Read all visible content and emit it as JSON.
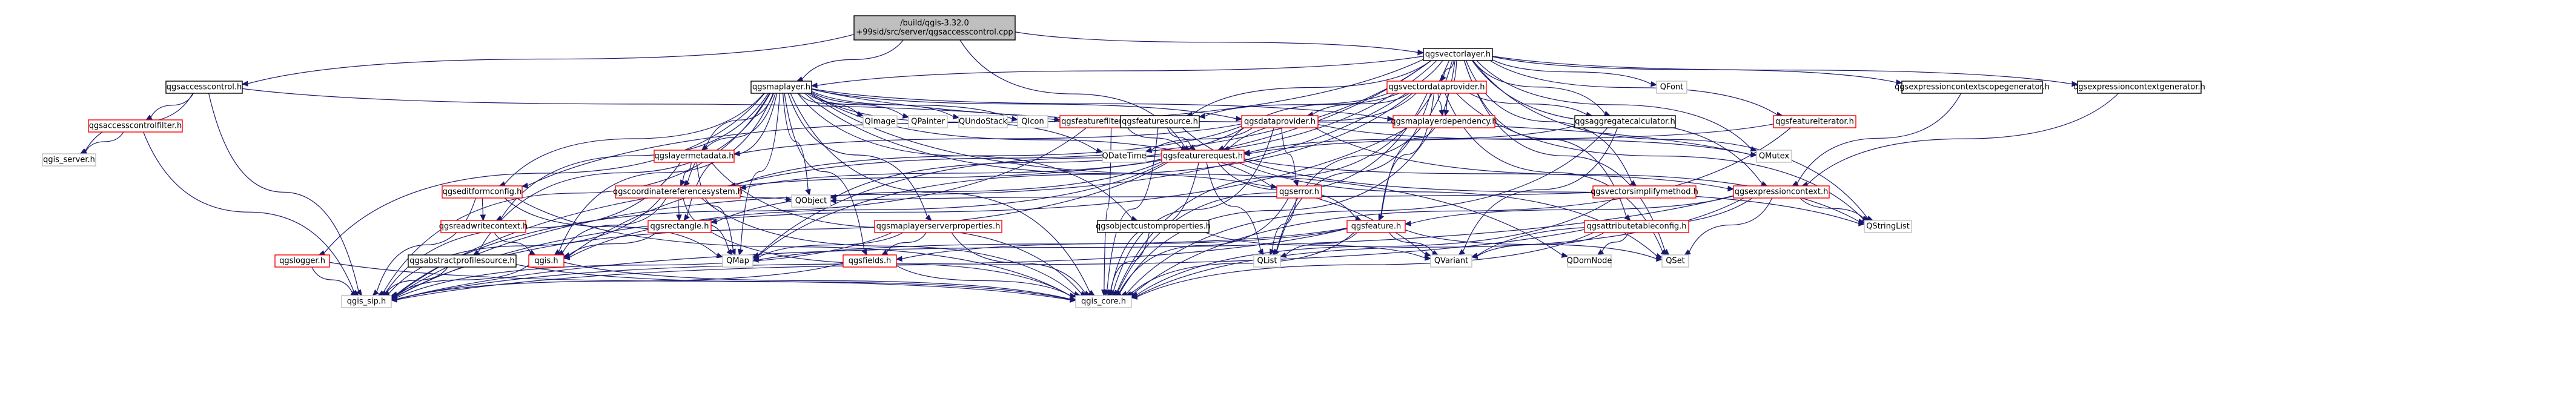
{
  "graph": {
    "type": "include-dependency-graph",
    "root": "root",
    "colors": {
      "edge": "#191970",
      "root_fill": "#bfbfbf",
      "node_fill": "#ffffff",
      "node_border": "#000000",
      "doc_border": "#ff0000"
    },
    "nodes": [
      {
        "id": "root",
        "label": "/build/qgis-3.32.0\n+99sid/src/server/qgsaccesscontrol.cpp",
        "kind": "root"
      },
      {
        "id": "ac_h",
        "label": "qgsaccesscontrol.h",
        "kind": "normal"
      },
      {
        "id": "acf_h",
        "label": "qgsaccesscontrolfilter.h",
        "kind": "documented"
      },
      {
        "id": "qgis_server",
        "label": "qgis_server.h",
        "kind": "plain"
      },
      {
        "id": "vl_h",
        "label": "qgsvectorlayer.h",
        "kind": "normal"
      },
      {
        "id": "ml_h",
        "label": "qgsmaplayer.h",
        "kind": "normal"
      },
      {
        "id": "vdp_h",
        "label": "qgsvectordataprovider.h",
        "kind": "documented"
      },
      {
        "id": "qfont",
        "label": "QFont",
        "kind": "plain"
      },
      {
        "id": "ecsg_h",
        "label": "qgsexpressioncontextscopegenerator.h",
        "kind": "normal"
      },
      {
        "id": "ecg_h",
        "label": "qgsexpressioncontextgenerator.h",
        "kind": "normal"
      },
      {
        "id": "qimage",
        "label": "QImage",
        "kind": "plain"
      },
      {
        "id": "qpainter",
        "label": "QPainter",
        "kind": "plain"
      },
      {
        "id": "qundostack",
        "label": "QUndoStack",
        "kind": "plain"
      },
      {
        "id": "qicon",
        "label": "QIcon",
        "kind": "plain"
      },
      {
        "id": "ffp_h",
        "label": "qgsfeaturefilterprovider.h",
        "kind": "documented"
      },
      {
        "id": "fs_h",
        "label": "qgsfeaturesource.h",
        "kind": "normal"
      },
      {
        "id": "dp_h",
        "label": "qgsdataprovider.h",
        "kind": "documented"
      },
      {
        "id": "mld_h",
        "label": "qgsmaplayerdependency.h",
        "kind": "documented"
      },
      {
        "id": "agg_h",
        "label": "qgsaggregatecalculator.h",
        "kind": "normal"
      },
      {
        "id": "fi_h",
        "label": "qgsfeatureiterator.h",
        "kind": "documented"
      },
      {
        "id": "lmd_h",
        "label": "qgslayermetadata.h",
        "kind": "documented"
      },
      {
        "id": "qdatetime",
        "label": "QDateTime",
        "kind": "plain"
      },
      {
        "id": "fr_h",
        "label": "qgsfeaturerequest.h",
        "kind": "documented"
      },
      {
        "id": "qmutex",
        "label": "QMutex",
        "kind": "plain"
      },
      {
        "id": "efc_h",
        "label": "qgseditformconfig.h",
        "kind": "documented"
      },
      {
        "id": "crs_h",
        "label": "qgscoordinatereferencesystem.h",
        "kind": "documented"
      },
      {
        "id": "err_h",
        "label": "qgserror.h",
        "kind": "documented"
      },
      {
        "id": "vsm_h",
        "label": "qgsvectorsimplifymethod.h",
        "kind": "documented"
      },
      {
        "id": "ec_h",
        "label": "qgsexpressioncontext.h",
        "kind": "documented"
      },
      {
        "id": "qobject",
        "label": "QObject",
        "kind": "plain"
      },
      {
        "id": "qstringlist",
        "label": "QStringList",
        "kind": "plain"
      },
      {
        "id": "rwc_h",
        "label": "qgsreadwritecontext.h",
        "kind": "documented"
      },
      {
        "id": "rect_h",
        "label": "qgsrectangle.h",
        "kind": "documented"
      },
      {
        "id": "mlsp_h",
        "label": "qgsmaplayerserverproperties.h",
        "kind": "documented"
      },
      {
        "id": "ocp_h",
        "label": "qgsobjectcustomproperties.h",
        "kind": "normal"
      },
      {
        "id": "feat_h",
        "label": "qgsfeature.h",
        "kind": "documented"
      },
      {
        "id": "atc_h",
        "label": "qgsattributetableconfig.h",
        "kind": "documented"
      },
      {
        "id": "logger_h",
        "label": "qgslogger.h",
        "kind": "documented"
      },
      {
        "id": "aps_h",
        "label": "qgsabstractprofilesource.h",
        "kind": "normal"
      },
      {
        "id": "qgis_h",
        "label": "qgis.h",
        "kind": "documented"
      },
      {
        "id": "fields_h",
        "label": "qgsfields.h",
        "kind": "documented"
      },
      {
        "id": "qmap",
        "label": "QMap",
        "kind": "plain"
      },
      {
        "id": "qlist",
        "label": "QList",
        "kind": "plain"
      },
      {
        "id": "qvariant",
        "label": "QVariant",
        "kind": "plain"
      },
      {
        "id": "qset",
        "label": "QSet",
        "kind": "plain"
      },
      {
        "id": "qdomnode",
        "label": "QDomNode",
        "kind": "plain"
      },
      {
        "id": "qgis_sip",
        "label": "qgis_sip.h",
        "kind": "plain"
      },
      {
        "id": "qgis_core",
        "label": "qgis_core.h",
        "kind": "plain"
      }
    ],
    "edges": [
      [
        "root",
        "ac_h"
      ],
      [
        "root",
        "vl_h"
      ],
      [
        "root",
        "ml_h"
      ],
      [
        "root",
        "fr_h"
      ],
      [
        "ac_h",
        "acf_h"
      ],
      [
        "ac_h",
        "qgis_server"
      ],
      [
        "ac_h",
        "qgis_sip"
      ],
      [
        "ac_h",
        "ffp_h"
      ],
      [
        "acf_h",
        "qgis_server"
      ],
      [
        "acf_h",
        "qgis_sip"
      ],
      [
        "vl_h",
        "qgis_core"
      ],
      [
        "vl_h",
        "qgis_sip"
      ],
      [
        "vl_h",
        "qmap"
      ],
      [
        "vl_h",
        "qset"
      ],
      [
        "vl_h",
        "qlist"
      ],
      [
        "vl_h",
        "qstringlist"
      ],
      [
        "vl_h",
        "qfont"
      ],
      [
        "vl_h",
        "qmutex"
      ],
      [
        "vl_h",
        "ml_h"
      ],
      [
        "vl_h",
        "vdp_h"
      ],
      [
        "vl_h",
        "ecsg_h"
      ],
      [
        "vl_h",
        "ecg_h"
      ],
      [
        "vl_h",
        "fs_h"
      ],
      [
        "vl_h",
        "agg_h"
      ],
      [
        "vl_h",
        "fi_h"
      ],
      [
        "vl_h",
        "fr_h"
      ],
      [
        "vl_h",
        "feat_h"
      ],
      [
        "vl_h",
        "efc_h"
      ],
      [
        "vl_h",
        "ec_h"
      ],
      [
        "vl_h",
        "vsm_h"
      ],
      [
        "vl_h",
        "atc_h"
      ],
      [
        "vl_h",
        "mld_h"
      ],
      [
        "vl_h",
        "qgis_h"
      ],
      [
        "ml_h",
        "qimage"
      ],
      [
        "ml_h",
        "qpainter"
      ],
      [
        "ml_h",
        "qundostack"
      ],
      [
        "ml_h",
        "qicon"
      ],
      [
        "ml_h",
        "qdatetime"
      ],
      [
        "ml_h",
        "qmutex"
      ],
      [
        "ml_h",
        "qobject"
      ],
      [
        "ml_h",
        "qmap"
      ],
      [
        "ml_h",
        "qvariant"
      ],
      [
        "ml_h",
        "qdomnode"
      ],
      [
        "ml_h",
        "qgis_core"
      ],
      [
        "ml_h",
        "qgis_sip"
      ],
      [
        "ml_h",
        "qgis_h"
      ],
      [
        "ml_h",
        "err_h"
      ],
      [
        "ml_h",
        "crs_h"
      ],
      [
        "ml_h",
        "rect_h"
      ],
      [
        "ml_h",
        "mld_h"
      ],
      [
        "ml_h",
        "lmd_h"
      ],
      [
        "ml_h",
        "mlsp_h"
      ],
      [
        "ml_h",
        "ocp_h"
      ],
      [
        "ml_h",
        "rwc_h"
      ],
      [
        "ml_h",
        "dp_h"
      ],
      [
        "ml_h",
        "logger_h"
      ],
      [
        "ml_h",
        "aps_h"
      ],
      [
        "ml_h",
        "efc_h"
      ],
      [
        "ml_h",
        "fields_h"
      ],
      [
        "vdp_h",
        "qgis_core"
      ],
      [
        "vdp_h",
        "qgis_sip"
      ],
      [
        "vdp_h",
        "qset"
      ],
      [
        "vdp_h",
        "qmap"
      ],
      [
        "vdp_h",
        "qlist"
      ],
      [
        "vdp_h",
        "dp_h"
      ],
      [
        "vdp_h",
        "feat_h"
      ],
      [
        "vdp_h",
        "fs_h"
      ],
      [
        "vdp_h",
        "agg_h"
      ],
      [
        "vdp_h",
        "fr_h"
      ],
      [
        "vdp_h",
        "mld_h"
      ],
      [
        "vdp_h",
        "qstringlist"
      ],
      [
        "ecsg_h",
        "ec_h"
      ],
      [
        "ecg_h",
        "ec_h"
      ],
      [
        "ffp_h",
        "qgis_core"
      ],
      [
        "ffp_h",
        "qgis_sip"
      ],
      [
        "ffp_h",
        "fr_h"
      ],
      [
        "fs_h",
        "qgis_core"
      ],
      [
        "fs_h",
        "fr_h"
      ],
      [
        "fs_h",
        "qset"
      ],
      [
        "dp_h",
        "qgis_core"
      ],
      [
        "dp_h",
        "qdatetime"
      ],
      [
        "dp_h",
        "qobject"
      ],
      [
        "dp_h",
        "qstringlist"
      ],
      [
        "dp_h",
        "qmutex"
      ],
      [
        "dp_h",
        "lmd_h"
      ],
      [
        "dp_h",
        "err_h"
      ],
      [
        "dp_h",
        "crs_h"
      ],
      [
        "mld_h",
        "qgis_core"
      ],
      [
        "mld_h",
        "qgis_sip"
      ],
      [
        "agg_h",
        "qgis_core"
      ],
      [
        "agg_h",
        "fr_h"
      ],
      [
        "agg_h",
        "qvariant"
      ],
      [
        "fi_h",
        "qgis_core"
      ],
      [
        "fi_h",
        "fr_h"
      ],
      [
        "lmd_h",
        "qgis_core"
      ],
      [
        "lmd_h",
        "qgis_sip"
      ],
      [
        "lmd_h",
        "qmap"
      ],
      [
        "lmd_h",
        "crs_h"
      ],
      [
        "fr_h",
        "qgis_core"
      ],
      [
        "fr_h",
        "qgis_sip"
      ],
      [
        "fr_h",
        "qlist"
      ],
      [
        "fr_h",
        "qgis_h"
      ],
      [
        "fr_h",
        "feat_h"
      ],
      [
        "fr_h",
        "rect_h"
      ],
      [
        "fr_h",
        "ec_h"
      ],
      [
        "fr_h",
        "crs_h"
      ],
      [
        "fr_h",
        "qstringlist"
      ],
      [
        "efc_h",
        "qgis_core"
      ],
      [
        "efc_h",
        "qgis_sip"
      ],
      [
        "efc_h",
        "rwc_h"
      ],
      [
        "efc_h",
        "qmap"
      ],
      [
        "crs_h",
        "qgis_core"
      ],
      [
        "crs_h",
        "qgis_sip"
      ],
      [
        "crs_h",
        "qobject"
      ],
      [
        "crs_h",
        "qgis_h"
      ],
      [
        "crs_h",
        "rect_h"
      ],
      [
        "crs_h",
        "qmap"
      ],
      [
        "err_h",
        "qgis_core"
      ],
      [
        "err_h",
        "qlist"
      ],
      [
        "vsm_h",
        "qgis_core"
      ],
      [
        "vsm_h",
        "qobject"
      ],
      [
        "ec_h",
        "qgis_core"
      ],
      [
        "ec_h",
        "qgis_sip"
      ],
      [
        "ec_h",
        "qstringlist"
      ],
      [
        "ec_h",
        "qvariant"
      ],
      [
        "ec_h",
        "qset"
      ],
      [
        "ec_h",
        "feat_h"
      ],
      [
        "rwc_h",
        "qgis_h"
      ],
      [
        "rect_h",
        "qgis_core"
      ],
      [
        "rect_h",
        "qgis_h"
      ],
      [
        "mlsp_h",
        "qgis_core"
      ],
      [
        "mlsp_h",
        "qgis_sip"
      ],
      [
        "mlsp_h",
        "qmap"
      ],
      [
        "mlsp_h",
        "fields_h"
      ],
      [
        "ocp_h",
        "qgis_core"
      ],
      [
        "ocp_h",
        "qvariant"
      ],
      [
        "feat_h",
        "qgis_core"
      ],
      [
        "feat_h",
        "qgis_sip"
      ],
      [
        "feat_h",
        "qmap"
      ],
      [
        "feat_h",
        "qlist"
      ],
      [
        "feat_h",
        "qset"
      ],
      [
        "feat_h",
        "qvariant"
      ],
      [
        "feat_h",
        "fields_h"
      ],
      [
        "atc_h",
        "qgis_core"
      ],
      [
        "atc_h",
        "qgis_sip"
      ],
      [
        "atc_h",
        "qvariant"
      ],
      [
        "atc_h",
        "qdomnode"
      ],
      [
        "logger_h",
        "qgis_core"
      ],
      [
        "logger_h",
        "qgis_sip"
      ],
      [
        "aps_h",
        "qgis_core"
      ],
      [
        "aps_h",
        "qgis_sip"
      ],
      [
        "qgis_h",
        "qgis_core"
      ],
      [
        "qgis_h",
        "qgis_sip"
      ],
      [
        "fields_h",
        "qgis_core"
      ],
      [
        "fields_h",
        "qgis_sip"
      ]
    ]
  }
}
